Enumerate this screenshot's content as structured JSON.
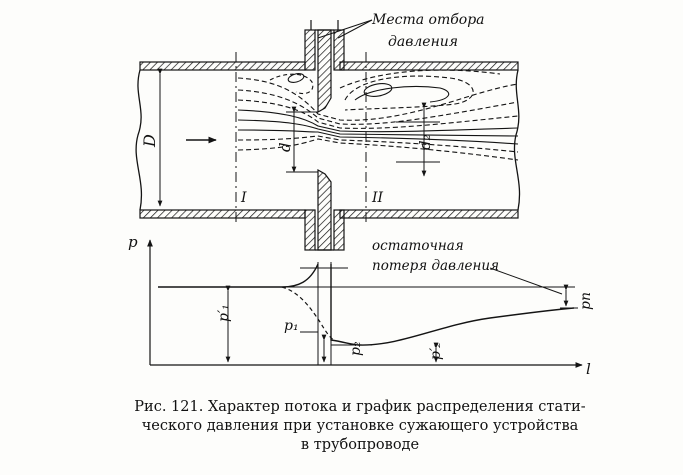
{
  "labels": {
    "pressure_taps_line1": "Места отбора",
    "pressure_taps_line2": "давления",
    "D": "D",
    "d": "d",
    "d2": "d₂",
    "section_1": "I",
    "section_2": "II",
    "p_axis": "p",
    "l_axis": "l",
    "residual_loss_line1": "остаточная",
    "residual_loss_line2": "потеря давления",
    "p1_prime": "p′₁",
    "p1": "p₁",
    "p2": "p₂",
    "p2_prime": "p′₂",
    "pn": "pп"
  },
  "caption": {
    "line1": "Рис. 121. Характер потока и график распределения стати-",
    "line2": "ческого давления при  установке  сужающего  устройства",
    "line3": "в    трубопроводе"
  },
  "colors": {
    "ink": "#141414",
    "paper": "#fdfdfb"
  }
}
